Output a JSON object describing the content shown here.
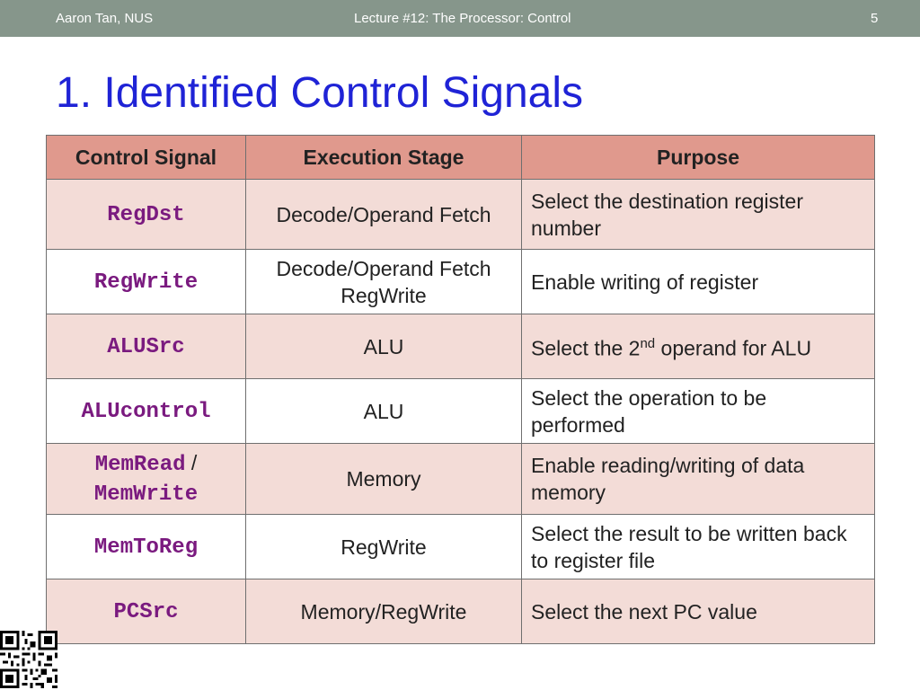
{
  "header": {
    "author": "Aaron Tan, NUS",
    "lecture": "Lecture #12: The Processor: Control",
    "page_number": "5"
  },
  "title": "1. Identified Control Signals",
  "table": {
    "columns": [
      "Control Signal",
      "Execution Stage",
      "Purpose"
    ],
    "rows": [
      {
        "signal": "RegDst",
        "stage": "Decode/Operand Fetch",
        "purpose": "Select the destination register number"
      },
      {
        "signal": "RegWrite",
        "stage_line1": "Decode/Operand Fetch",
        "stage_line2": "RegWrite",
        "purpose": "Enable writing of register"
      },
      {
        "signal": "ALUSrc",
        "stage": "ALU",
        "purpose_pre": "Select the 2",
        "purpose_sup": "nd",
        "purpose_post": " operand for ALU"
      },
      {
        "signal": "ALUcontrol",
        "stage": "ALU",
        "purpose": "Select the operation to be performed"
      },
      {
        "signal_a": "MemRead",
        "signal_sep": " /",
        "signal_b": "MemWrite",
        "stage": "Memory",
        "purpose": "Enable reading/writing of data memory"
      },
      {
        "signal": "MemToReg",
        "stage": "RegWrite",
        "purpose": "Select the result to be written back to register file"
      },
      {
        "signal": "PCSrc",
        "stage": "Memory/RegWrite",
        "purpose": "Select the next PC value"
      }
    ]
  },
  "colors": {
    "header_bar": "#86968b",
    "title": "#1f23d6",
    "table_header": "#e0998d",
    "table_row_shaded": "#f3dcd7",
    "signal_text": "#7a1a7f"
  },
  "icons": [
    "qr-code-icon"
  ]
}
